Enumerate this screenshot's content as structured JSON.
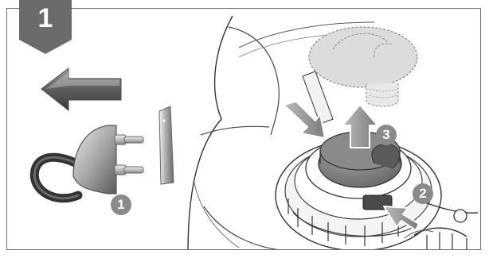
{
  "step": {
    "number": "1"
  },
  "callouts": [
    {
      "label": "1"
    },
    {
      "label": "2"
    },
    {
      "label": "3"
    }
  ],
  "icons": {
    "unplug": "unplug-arrow-icon",
    "plug": "power-plug-icon",
    "socket": "wall-socket-icon",
    "press_arrow": "press-arrow-icon",
    "lift_arrow": "lift-arrow-icon"
  },
  "colors": {
    "badge": "#6b6b6b",
    "callout": "#8a8a8a",
    "frame": "#6f6f6f",
    "dashed_part": "#dcdcdc"
  }
}
